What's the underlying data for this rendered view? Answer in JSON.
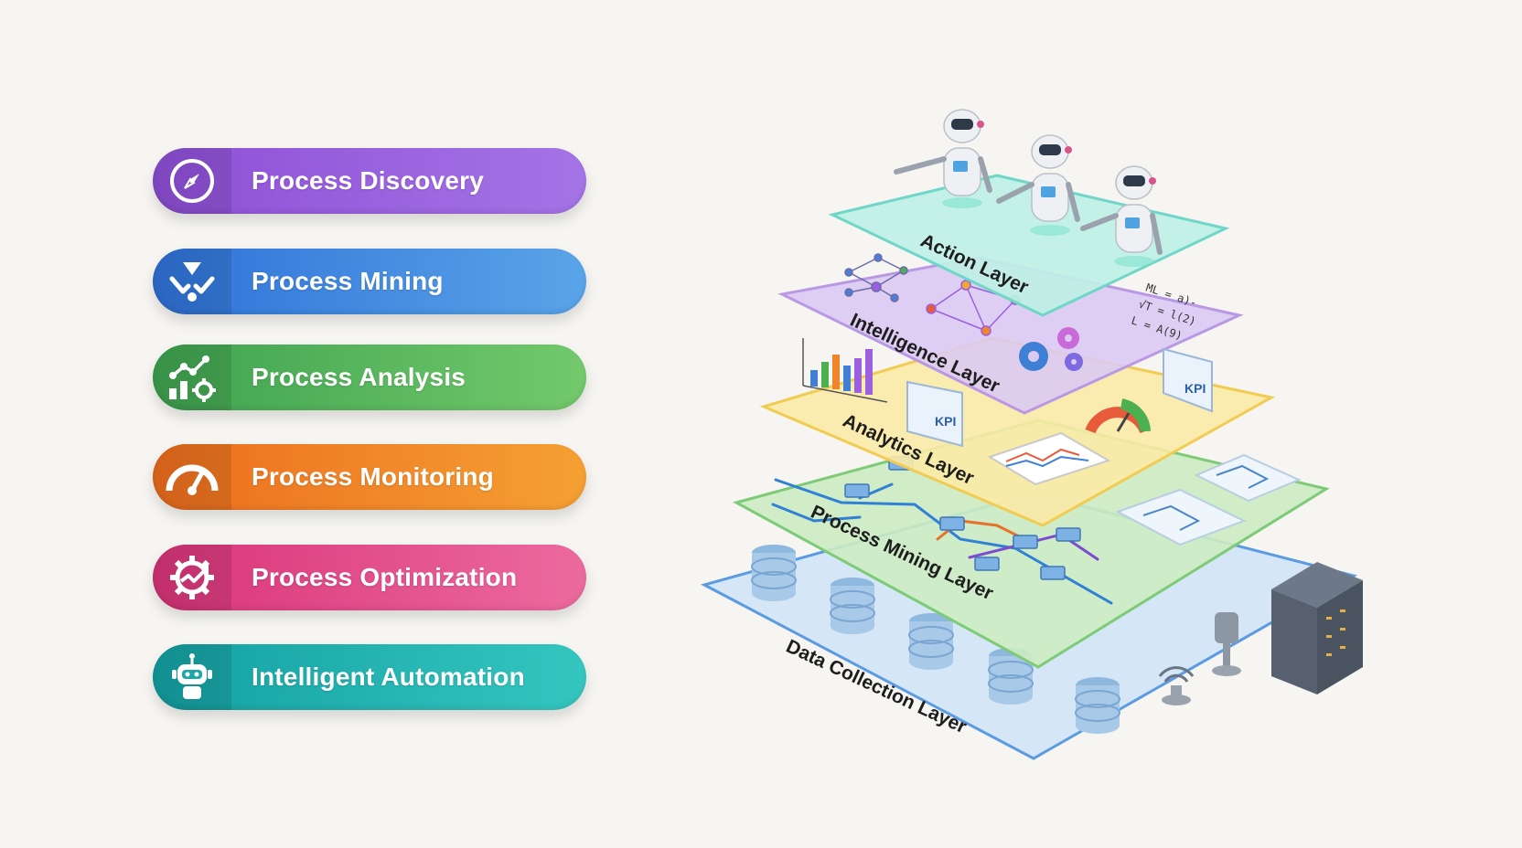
{
  "processes": [
    {
      "label": "Process Discovery",
      "icon": "compass-icon",
      "color": "#9b5fe0"
    },
    {
      "label": "Process Mining",
      "icon": "mining-funnel-icon",
      "color": "#3f8ae0"
    },
    {
      "label": "Process Analysis",
      "icon": "analysis-chart-gear-icon",
      "color": "#52b45c"
    },
    {
      "label": "Process Monitoring",
      "icon": "gauge-icon",
      "color": "#f0842a"
    },
    {
      "label": "Process Optimization",
      "icon": "optimization-gear-icon",
      "color": "#e2508b"
    },
    {
      "label": "Intelligent Automation",
      "icon": "robot-icon",
      "color": "#22b3b0"
    }
  ],
  "layers": [
    {
      "label": "Action Layer",
      "color": "#bff0e6"
    },
    {
      "label": "Intelligence Layer",
      "color": "#dccaf3"
    },
    {
      "label": "Analytics Layer",
      "color": "#fbeaa6"
    },
    {
      "label": "Process Mining Layer",
      "color": "#ccecc2"
    },
    {
      "label": "Data Collection Layer",
      "color": "#cfe3f7"
    }
  ],
  "kpi_tags": [
    "KPI",
    "KPI"
  ],
  "formula_lines": [
    "ML = a)-",
    "√T = l(2)",
    "L = A(9)"
  ]
}
